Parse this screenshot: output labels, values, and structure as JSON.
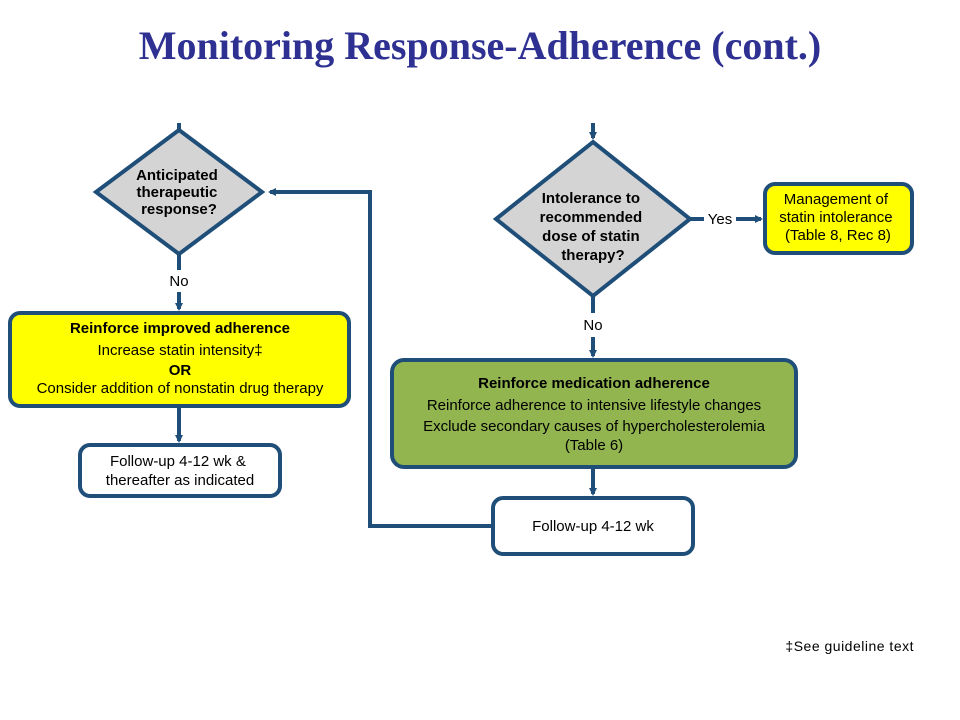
{
  "title": "Monitoring Response-Adherence (cont.)",
  "colors": {
    "title": "#2e3192",
    "line": "#1f4e79",
    "decision_fill": "#d4d4d4",
    "yellow_box": "#ffff00",
    "green_box": "#92b550",
    "white_box": "#ffffff"
  },
  "left_branch": {
    "decision": [
      "Anticipated",
      "therapeutic",
      "response?"
    ],
    "no_label": "No",
    "reinforce_box": {
      "heading": "Reinforce improved adherence",
      "line1": "Increase statin intensity‡",
      "line2": "OR",
      "line3": "Consider addition of nonstatin drug therapy"
    },
    "followup": [
      "Follow-up 4-12 wk &",
      "thereafter as indicated"
    ]
  },
  "right_branch": {
    "decision": [
      "Intolerance to",
      "recommended",
      "dose of statin",
      "therapy?"
    ],
    "yes_label": "Yes",
    "no_label": "No",
    "management_box": [
      "Management of",
      "statin intolerance",
      "(Table 8, Rec 8)"
    ],
    "medication_box": {
      "heading": "Reinforce medication adherence",
      "line1": "Reinforce adherence to intensive lifestyle changes",
      "line2": "Exclude secondary causes of hypercholesterolemia",
      "line3": "(Table 6)"
    },
    "followup": "Follow-up 4-12 wk"
  },
  "footnote": "‡See guideline text"
}
